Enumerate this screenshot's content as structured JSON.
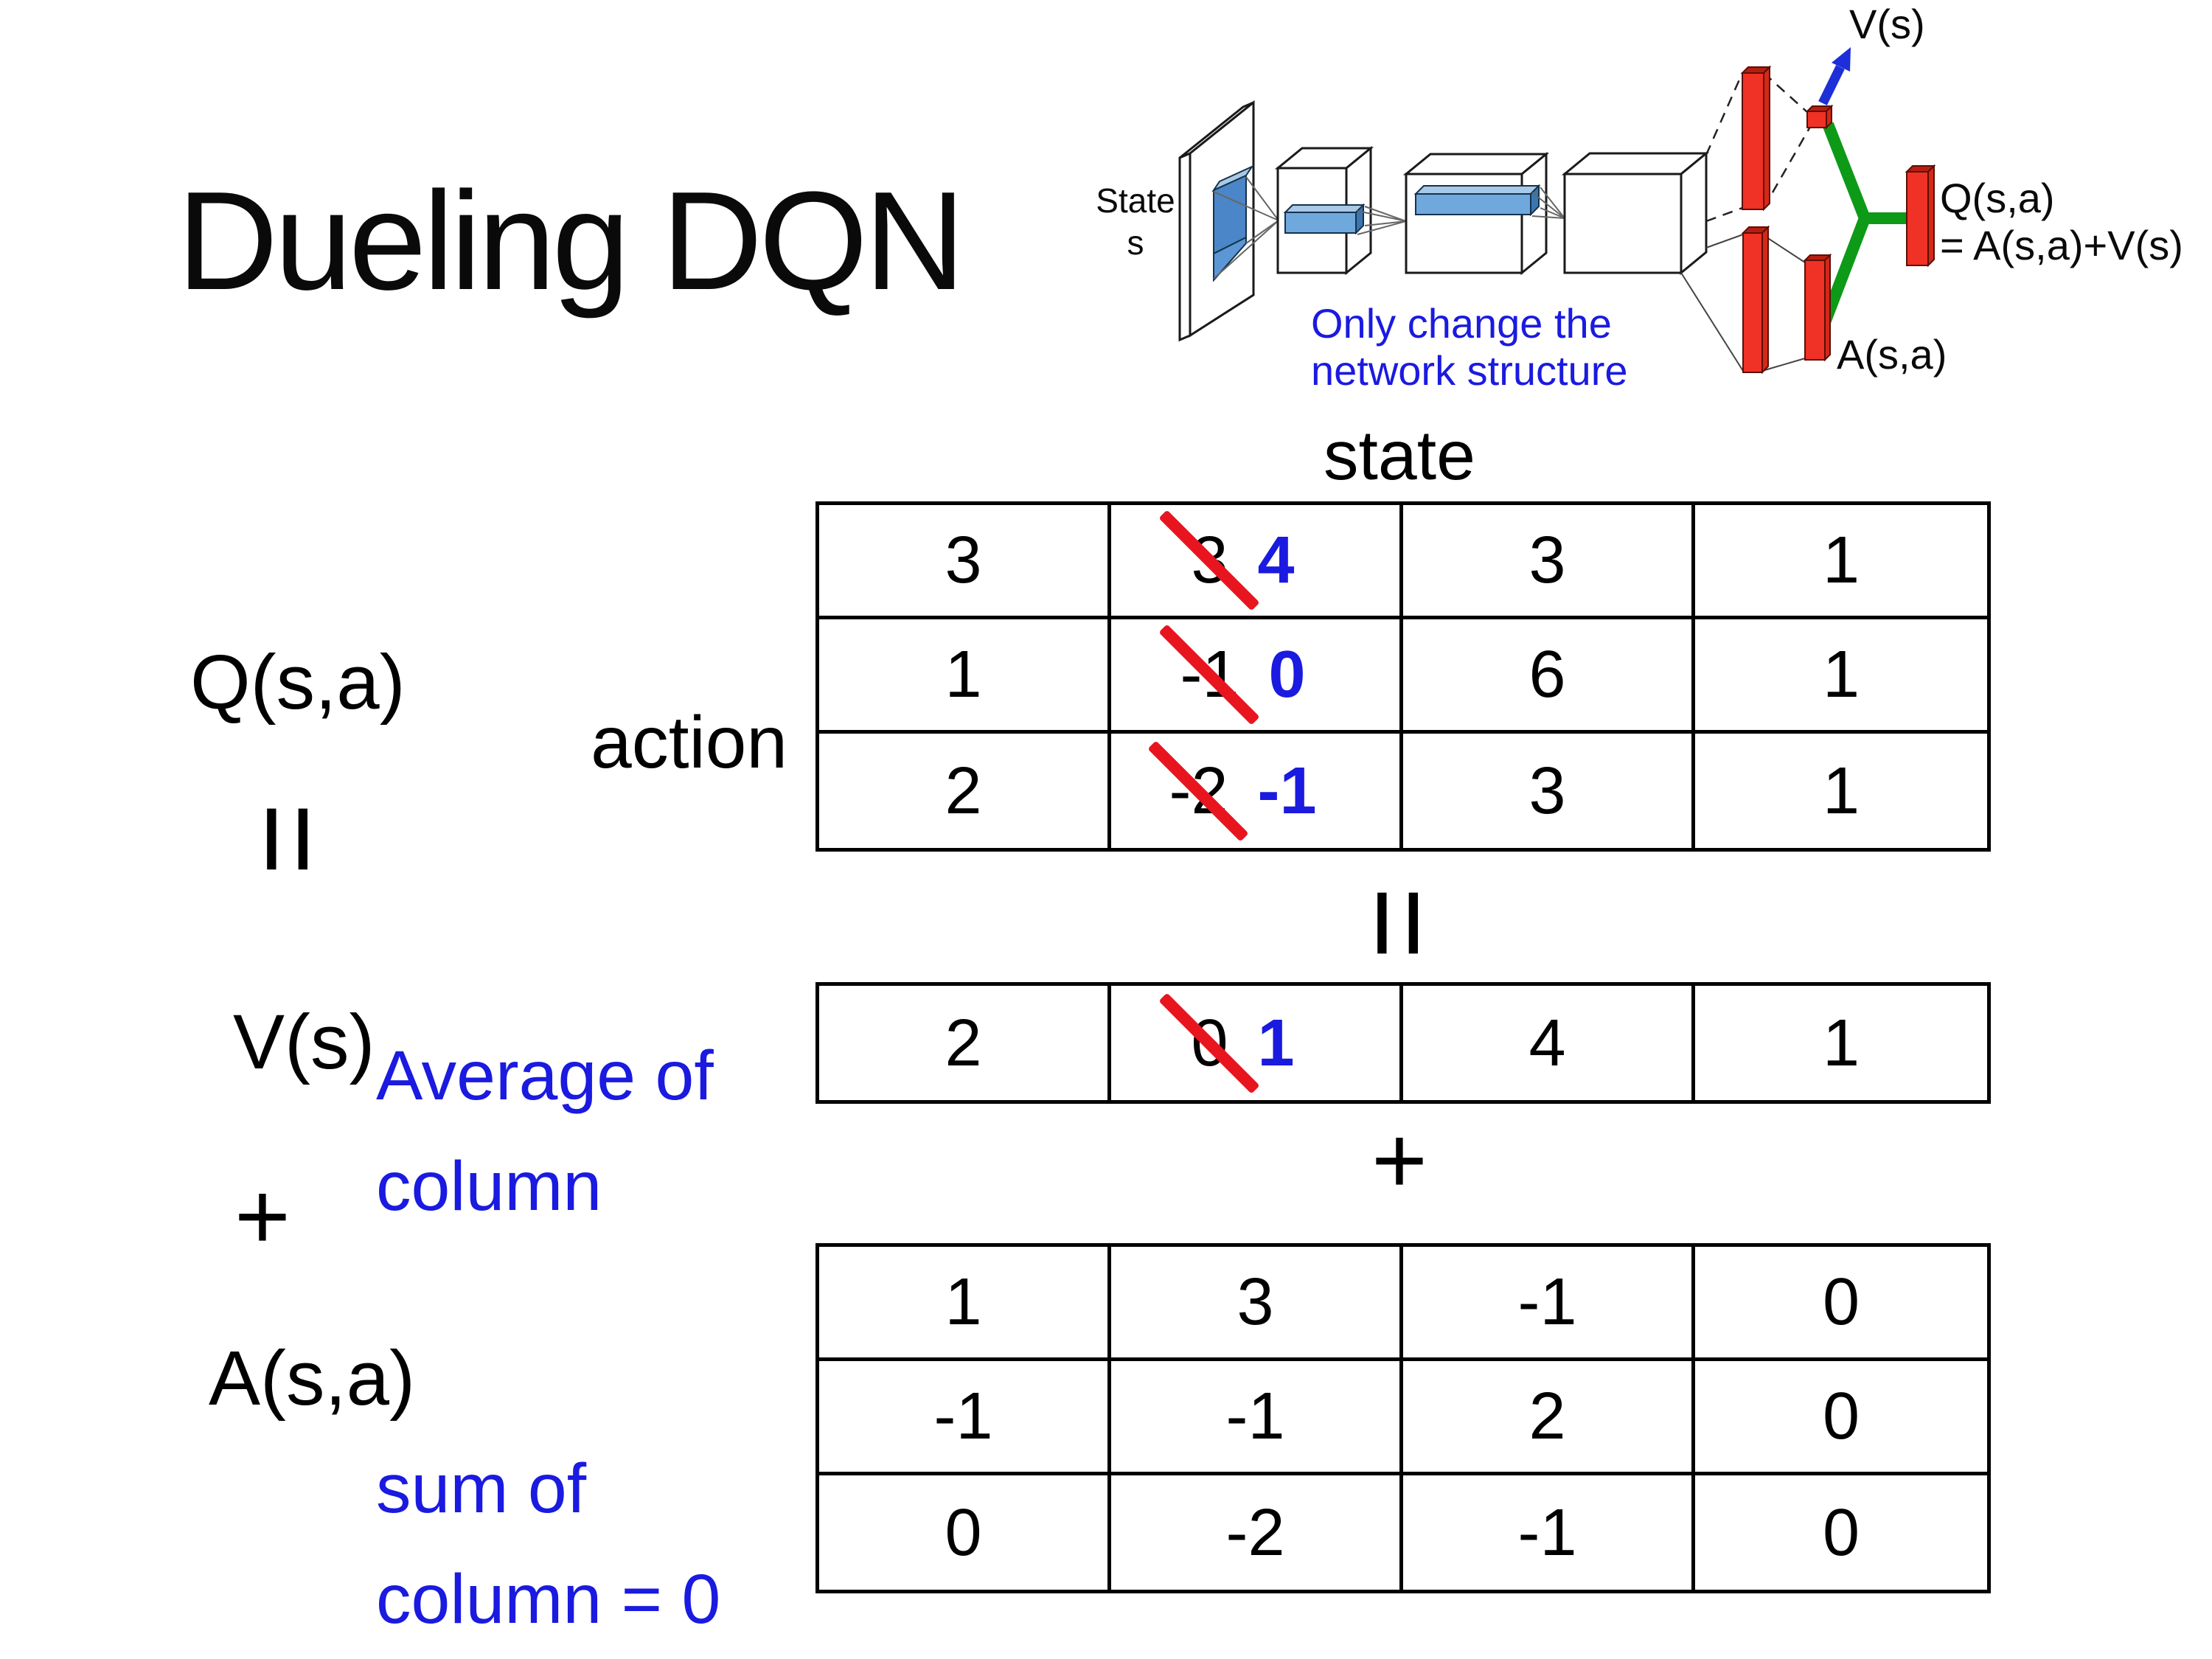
{
  "title": "Dueling DQN",
  "diagram": {
    "state_line1": "State",
    "state_line2": "s",
    "note_line1": "Only change the",
    "note_line2": "network structure",
    "v_out": "V(s)",
    "q_out_line1": "Q(s,a)",
    "q_out_line2": "= A(s,a)+V(s)",
    "a_out": "A(s,a)"
  },
  "labels": {
    "q": "Q(s,a)",
    "equals": "=",
    "v": "V(s)",
    "plus": "+",
    "a": "A(s,a)",
    "action": "action",
    "state": "state",
    "avg_line1": "Average of",
    "avg_line2": "column",
    "sum_line1": "sum of",
    "sum_line2": "column = 0"
  },
  "q_table": {
    "rows": [
      {
        "c0": "3",
        "old": "3",
        "new": "4",
        "c2": "3",
        "c3": "1"
      },
      {
        "c0": "1",
        "old": "-1",
        "new": "0",
        "c2": "6",
        "c3": "1"
      },
      {
        "c0": "2",
        "old": "-2",
        "new": "-1",
        "c2": "3",
        "c3": "1"
      }
    ]
  },
  "v_table": {
    "c0": "2",
    "old": "0",
    "new": "1",
    "c2": "4",
    "c3": "1"
  },
  "a_table": {
    "rows": [
      [
        "1",
        "3",
        "-1",
        "0"
      ],
      [
        "-1",
        "-1",
        "2",
        "0"
      ],
      [
        "0",
        "-2",
        "-1",
        "0"
      ]
    ]
  },
  "colors": {
    "correction_blue": "#1a1ae0",
    "cross_red": "#e8151e",
    "bar_red": "#f03125",
    "branch_green": "#0d9a16",
    "arrow_blue": "#1c2fd8",
    "slab_blue": "#5b97d4"
  }
}
